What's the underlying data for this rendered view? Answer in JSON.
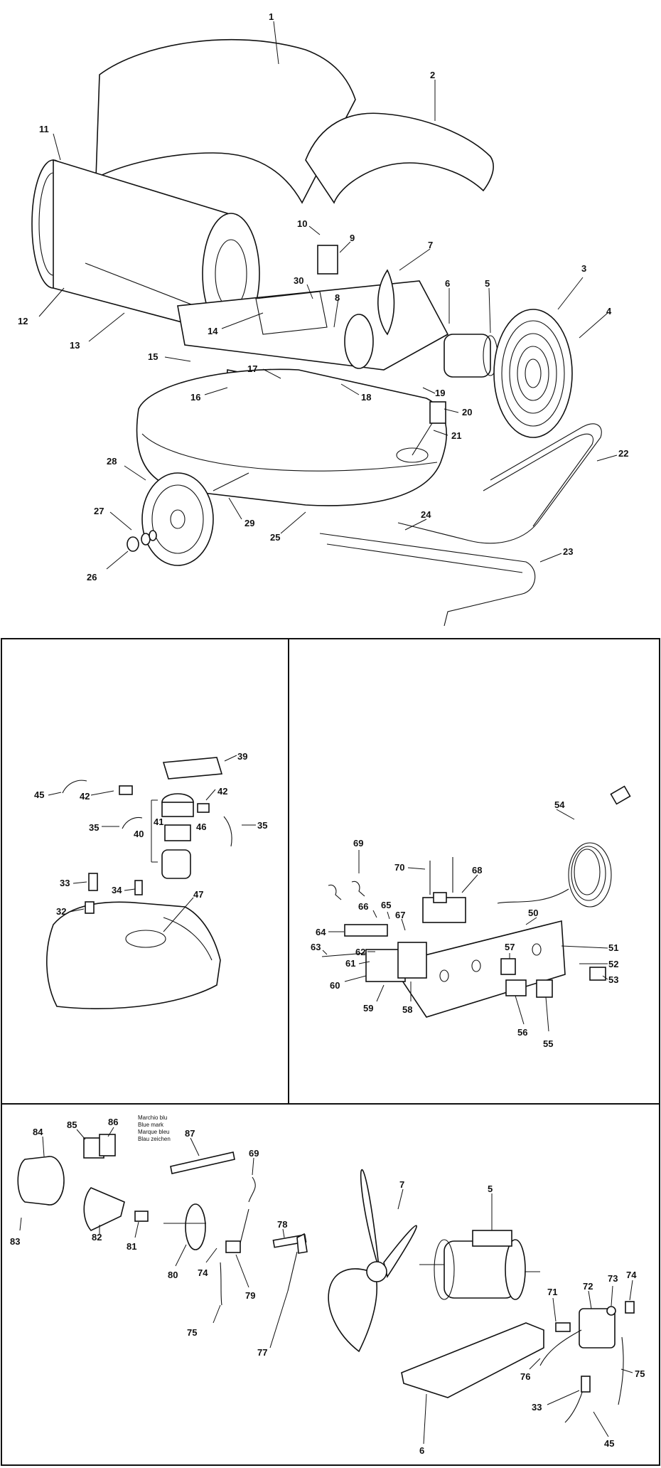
{
  "callouts": {
    "main": [
      "1",
      "2",
      "3",
      "4",
      "5",
      "6",
      "7",
      "8",
      "9",
      "10",
      "11",
      "12",
      "13",
      "14",
      "15",
      "16",
      "17",
      "18",
      "19",
      "20",
      "21",
      "22",
      "23",
      "24",
      "25",
      "26",
      "27",
      "28",
      "29",
      "30"
    ],
    "fuel": [
      "45",
      "42",
      "35",
      "40",
      "41",
      "42",
      "46",
      "35",
      "39",
      "33",
      "34",
      "32",
      "47"
    ],
    "control": [
      "54",
      "69",
      "70",
      "68",
      "66",
      "65",
      "67",
      "64",
      "63",
      "62",
      "61",
      "60",
      "59",
      "58",
      "57",
      "50",
      "51",
      "52",
      "53",
      "56",
      "55"
    ],
    "burner": [
      "84",
      "85",
      "86",
      "87",
      "69",
      "83",
      "82",
      "81",
      "80",
      "74",
      "79",
      "78",
      "75",
      "77",
      "7",
      "5",
      "71",
      "72",
      "73",
      "74",
      "76",
      "75",
      "33",
      "45",
      "6"
    ]
  },
  "wire_note": [
    "Marchio blu",
    "Blue mark",
    "Marque bleu",
    "Blau zeichen"
  ]
}
